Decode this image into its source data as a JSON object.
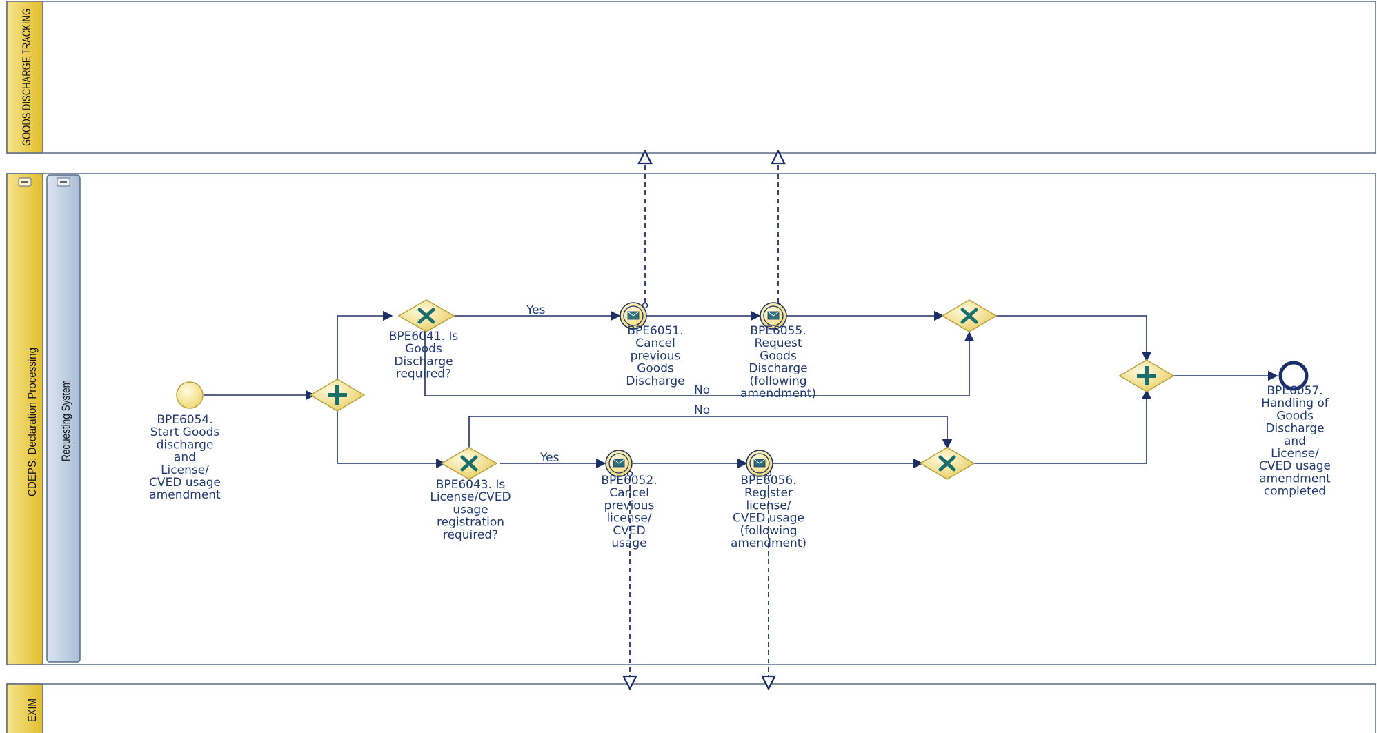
{
  "pools": {
    "top": {
      "title": "GOODS DISCHARGE TRACKING"
    },
    "middle": {
      "title": "CDEPS: Declaration Processing",
      "lane": "Requesting System"
    },
    "bottom": {
      "title": "EXIM"
    }
  },
  "colors": {
    "pool_fill": "#f2d460",
    "lane_fill": "#b9cde0",
    "event_fill": "#f5e39a",
    "gateway_fill": "#f3df80",
    "gateway_mark": "#1b6e6a",
    "line": "#1b2f66",
    "text": "#1f3a72"
  },
  "events": {
    "start": {
      "label": [
        "BPE6054.",
        "Start Goods",
        "discharge",
        "and",
        "License/",
        "CVED usage",
        "amendment"
      ],
      "type": "start"
    },
    "end": {
      "label": [
        "BPE6057.",
        "Handling of",
        "Goods",
        "Discharge",
        "and",
        "License/",
        "CVED usage",
        "amendment",
        "completed"
      ],
      "type": "end"
    },
    "e6051": {
      "label": [
        "BPE6051.",
        "Cancel",
        "previous",
        "Goods",
        "Discharge"
      ],
      "type": "intermediate-message-throw"
    },
    "e6055": {
      "label": [
        "BPE6055.",
        "Request",
        "Goods",
        "Discharge",
        "(following",
        "amendment)"
      ],
      "type": "intermediate-message-throw"
    },
    "e6052": {
      "label": [
        "BPE6052.",
        "Cancel",
        "previous",
        "license/",
        "CVED",
        "usage"
      ],
      "type": "intermediate-message-throw"
    },
    "e6056": {
      "label": [
        "BPE6056.",
        "Register",
        "license/",
        "CVED usage",
        "(following",
        "amendment)"
      ],
      "type": "intermediate-message-throw"
    }
  },
  "gateways": {
    "parallel_split": {
      "type": "parallel",
      "icon": "plus-icon"
    },
    "g6041": {
      "type": "exclusive",
      "icon": "x-icon",
      "label": [
        "BPE6041. Is",
        "Goods",
        "Discharge",
        "required?"
      ]
    },
    "g6043": {
      "type": "exclusive",
      "icon": "x-icon",
      "label": [
        "BPE6043. Is",
        "License/CVED",
        "usage",
        "registration",
        "required?"
      ]
    },
    "merge_top": {
      "type": "exclusive",
      "icon": "x-icon"
    },
    "merge_bottom": {
      "type": "exclusive",
      "icon": "x-icon"
    },
    "parallel_join": {
      "type": "parallel",
      "icon": "plus-icon"
    }
  },
  "flow_labels": {
    "top_yes": "Yes",
    "top_no": "No",
    "bottom_yes": "Yes",
    "bottom_no": "No"
  },
  "collapse_glyph": "−"
}
